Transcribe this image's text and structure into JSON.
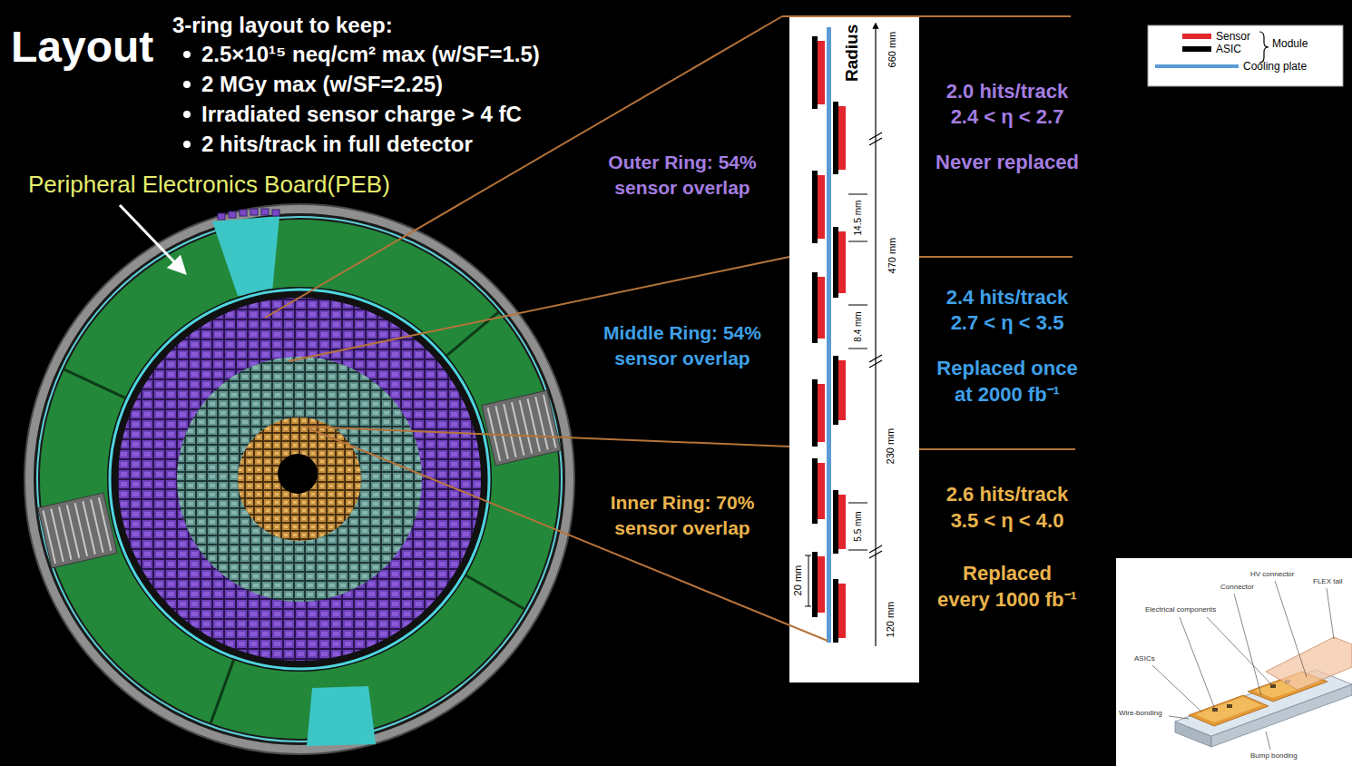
{
  "diagram": {
    "title": "Layout",
    "nodes": [
      {
        "text": [
          "Radius",
          "660 mm",
          "14.5 mm",
          "470 mm",
          "8.4 mm",
          "230 mm",
          "5.5 mm",
          "20 mm",
          "120 mm"
        ]
      },
      {
        "text": [
          "FLEX tail",
          "HV connector",
          "Connector",
          "Electrical components",
          "ASICs",
          "Wire-bonding",
          "Bump bonding"
        ]
      }
    ],
    "labels": [
      "3-ring layout to keep:",
      "2.5×10¹⁵ neq/cm² max (w/SF=1.5)",
      "2 MGy max (w/SF=2.25)",
      "Irradiated sensor charge > 4 fC",
      "2 hits/track in full detector",
      "Peripheral Electronics Board(PEB)",
      "Outer Ring: 54% sensor overlap",
      "2.0 hits/track",
      "2.4 < η < 2.7",
      "Never replaced",
      "Middle Ring: 54% sensor overlap",
      "2.4 hits/track",
      "2.7 < η < 3.5",
      "Replaced once at 2000 fb⁻¹",
      "Inner Ring: 70% sensor overlap",
      "2.6 hits/track",
      "3.5 < η < 4.0",
      "Replaced every 1000 fb⁻¹",
      "Module"
    ],
    "legend": [
      {
        "text": "Sensor",
        "color": "#e3262d"
      },
      {
        "text": "ASIC",
        "color": "#000000"
      },
      {
        "text": "Cooling plate",
        "color": "#5b9bd5"
      }
    ]
  }
}
